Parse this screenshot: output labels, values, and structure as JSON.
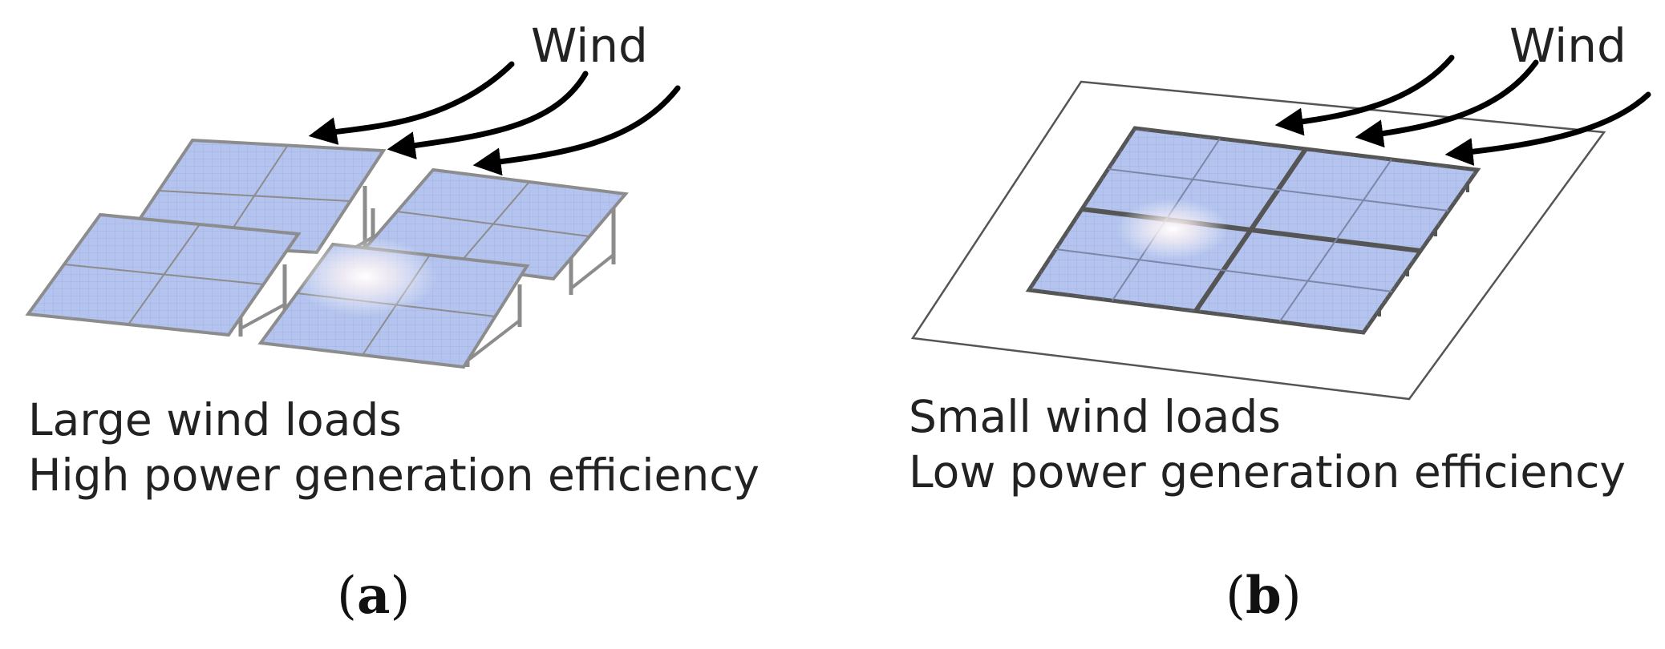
{
  "panel_a": {
    "wind_label": "Wind",
    "caption_line1": "Large wind loads",
    "caption_line2": "High power generation efficiency",
    "sub_letter": "a"
  },
  "panel_b": {
    "wind_label": "Wind",
    "caption_line1": "Small wind loads",
    "caption_line2": "Low power generation efficiency",
    "sub_letter": "b"
  },
  "colors": {
    "panel_fill": "#b4c4ee",
    "frame": "#8c8c8c",
    "arrow": "#000000",
    "text": "#222222"
  }
}
